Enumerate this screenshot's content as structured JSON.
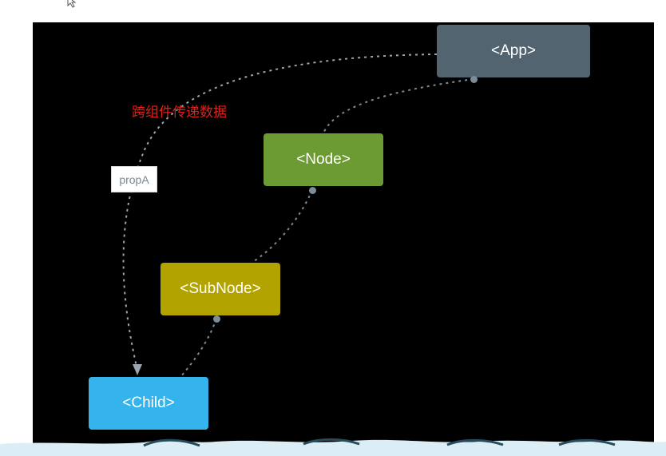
{
  "diagram": {
    "nodes": {
      "app": "<App>",
      "node": "<Node>",
      "subnode": "<SubNode>",
      "child": "<Child>"
    },
    "prop_label": "propA",
    "annotation": "跨组件传递数据"
  },
  "colors": {
    "background": "#000000",
    "app": "#51646f",
    "node": "#6c9b34",
    "subnode": "#b3a300",
    "child": "#35b3ec",
    "connector": "#7d8c99",
    "annotation": "#e0201a"
  },
  "icons": {
    "cursor": "mouse-pointer-icon"
  }
}
